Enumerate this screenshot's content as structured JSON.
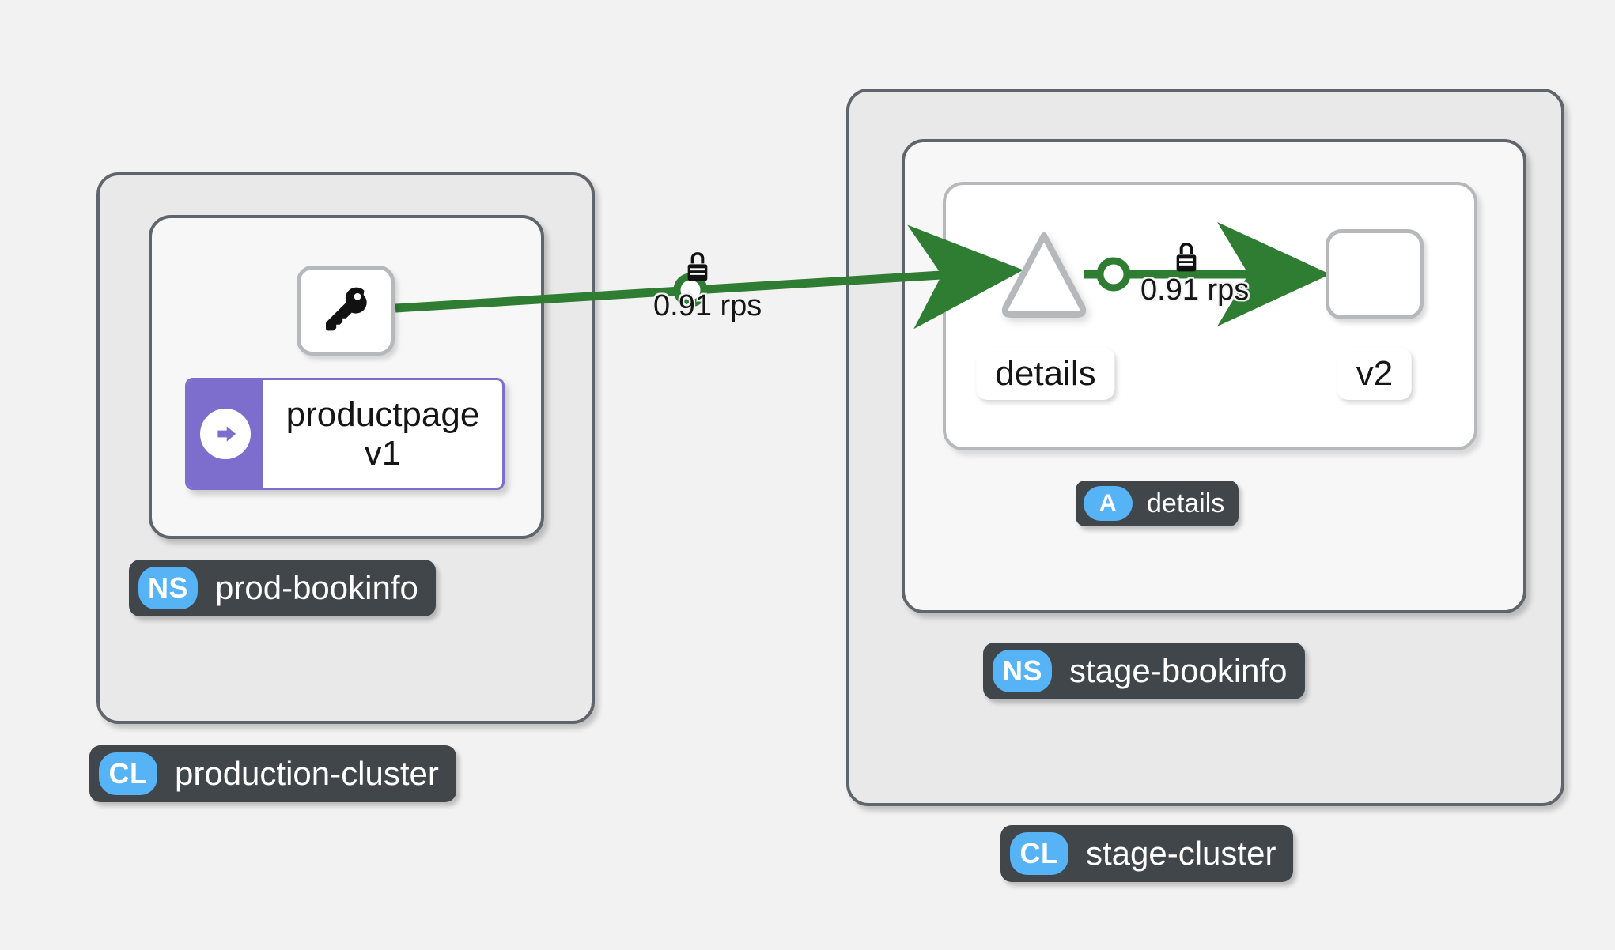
{
  "graph": {
    "type": "service-mesh-topology",
    "background_color": "#f2f2f2",
    "edge_color": "#2e7d32",
    "badge_pill_color": "#56b3f5",
    "badge_background_color": "#41464b",
    "workload_accent_color": "#7d6dcc"
  },
  "clusters": [
    {
      "id": "production-cluster",
      "badge_code": "CL",
      "name": "production-cluster",
      "namespaces": [
        {
          "id": "prod-bookinfo",
          "badge_code": "NS",
          "name": "prod-bookinfo",
          "nodes": [
            {
              "id": "prod-key",
              "icon": "key-icon",
              "shape": "rounded-square",
              "label": ""
            },
            {
              "id": "productpage",
              "shape": "workload-box",
              "icon": "arrow-circle-right-icon",
              "name": "productpage",
              "version": "v1"
            }
          ]
        }
      ]
    },
    {
      "id": "stage-cluster",
      "badge_code": "CL",
      "name": "stage-cluster",
      "namespaces": [
        {
          "id": "stage-bookinfo",
          "badge_code": "NS",
          "name": "stage-bookinfo",
          "apps": [
            {
              "id": "details-app",
              "badge_code": "A",
              "name": "details",
              "nodes": [
                {
                  "id": "details-service",
                  "shape": "triangle",
                  "label": "details"
                },
                {
                  "id": "details-v2",
                  "shape": "rounded-square",
                  "label": "v2"
                }
              ]
            }
          ]
        }
      ]
    }
  ],
  "edges": [
    {
      "id": "edge-productpage-to-details",
      "from": "productpage",
      "to": "details-service",
      "traffic_label": "0.91 rps",
      "security": "mtls-lock-icon",
      "color": "#2e7d32"
    },
    {
      "id": "edge-details-to-v2",
      "from": "details-service",
      "to": "details-v2",
      "traffic_label": "0.91 rps",
      "security": "mtls-lock-icon",
      "color": "#2e7d32"
    }
  ],
  "labels": {
    "prod_key_node": "",
    "productpage_name": "productpage",
    "productpage_version": "v1",
    "details_node": "details",
    "v2_node": "v2",
    "details_app_badge_code": "A",
    "details_app_name": "details",
    "prod_ns_badge_code": "NS",
    "prod_ns_name": "prod-bookinfo",
    "prod_cl_badge_code": "CL",
    "prod_cl_name": "production-cluster",
    "stage_ns_badge_code": "NS",
    "stage_ns_name": "stage-bookinfo",
    "stage_cl_badge_code": "CL",
    "stage_cl_name": "stage-cluster",
    "edge1_rps": "0.91 rps",
    "edge2_rps": "0.91 rps"
  }
}
